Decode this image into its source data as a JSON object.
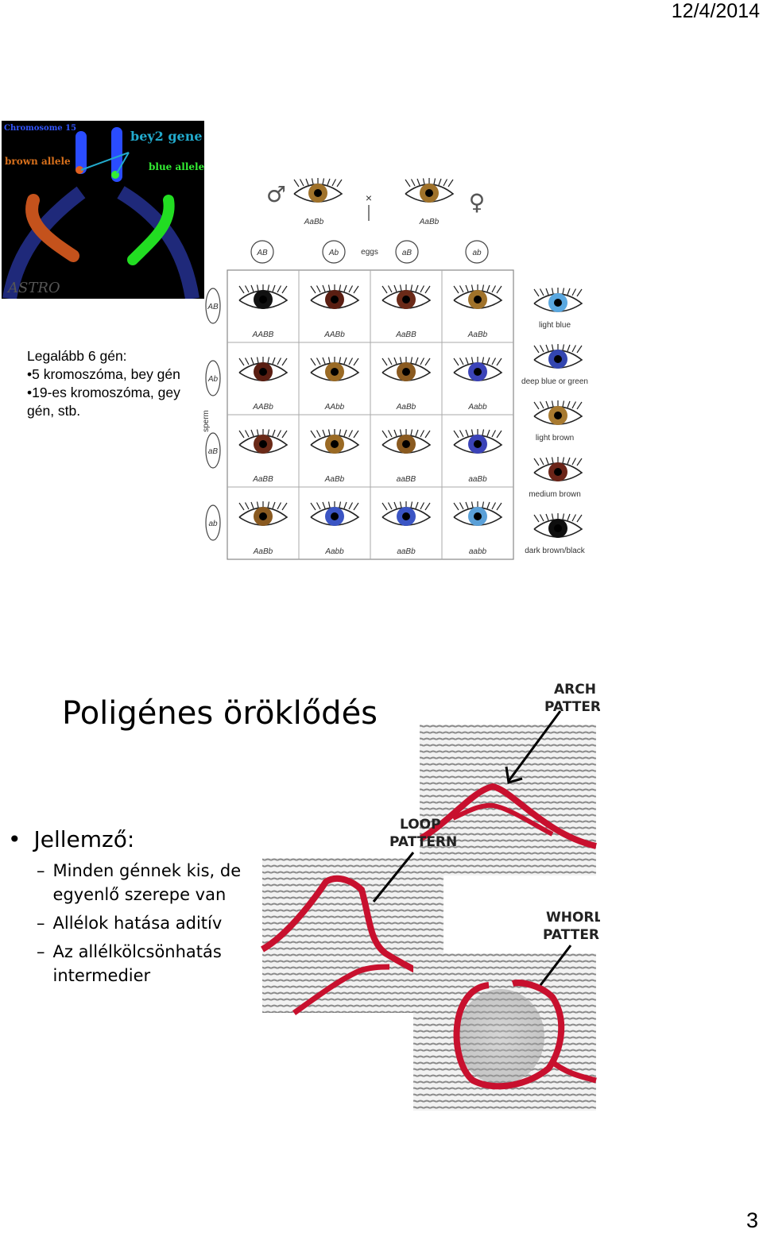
{
  "header": {
    "date": "12/4/2014"
  },
  "footer": {
    "page_number": "3"
  },
  "chromosome_image": {
    "labels": {
      "chromosome": "Chromosome 15",
      "gene": "bey2 gene",
      "brown": "brown allele",
      "blue": "blue allele",
      "logo": "ASTRO"
    }
  },
  "note": {
    "lines": [
      "Legalább 6 gén:",
      "•5 kromoszóma, bey gén",
      "•19-es kromoszóma, gey gén, stb."
    ]
  },
  "punnett": {
    "parent_left_genotype": "AaBb",
    "parent_right_genotype": "AaBb",
    "cross_symbol": "×",
    "eggs_label": "eggs",
    "sperm_label": "sperm",
    "column_gametes": [
      "AB",
      "Ab",
      "aB",
      "ab"
    ],
    "row_gametes": [
      "AB",
      "Ab",
      "aB",
      "ab"
    ],
    "cells": [
      [
        "AABB",
        "AABb",
        "AaBB",
        "AaBb"
      ],
      [
        "AABb",
        "AAbb",
        "AaBb",
        "Aabb"
      ],
      [
        "AaBB",
        "AaBb",
        "aaBB",
        "aaBb"
      ],
      [
        "AaBb",
        "Aabb",
        "aaBb",
        "aabb"
      ]
    ],
    "cell_iris_colors": [
      [
        "#111111",
        "#5a1e12",
        "#6b2a18",
        "#a0722a"
      ],
      [
        "#5a1e12",
        "#9a6a24",
        "#8a5a20",
        "#3b43b8"
      ],
      [
        "#6b2a18",
        "#9a6a24",
        "#8a5a20",
        "#3b43b8"
      ],
      [
        "#8a5a20",
        "#3b55c4",
        "#3b55c4",
        "#5aa0d8"
      ]
    ],
    "legend": [
      {
        "label": "light blue",
        "color": "#5aa8e0"
      },
      {
        "label": "deep blue or green",
        "color": "#3346b0"
      },
      {
        "label": "light brown",
        "color": "#a87a30"
      },
      {
        "label": "medium brown",
        "color": "#6b2418"
      },
      {
        "label": "dark brown/black",
        "color": "#0e0e0e"
      }
    ]
  },
  "slide": {
    "title": "Poligénes öröklődés",
    "bullet_main": "Jellemző:",
    "sub_bullets": [
      "Minden génnek kis, de egyenlő szerepe van",
      "Allélok hatása aditív",
      "Az allélkölcsönhatás intermedier"
    ]
  },
  "fingerprints": {
    "arch_label_1": "ARCH",
    "arch_label_2": "PATTERN",
    "loop_label_1": "LOOP",
    "loop_label_2": "PATTERN",
    "whorl_label_1": "WHORL",
    "whorl_label_2": "PATTERN",
    "line_color": "#c8102e"
  }
}
